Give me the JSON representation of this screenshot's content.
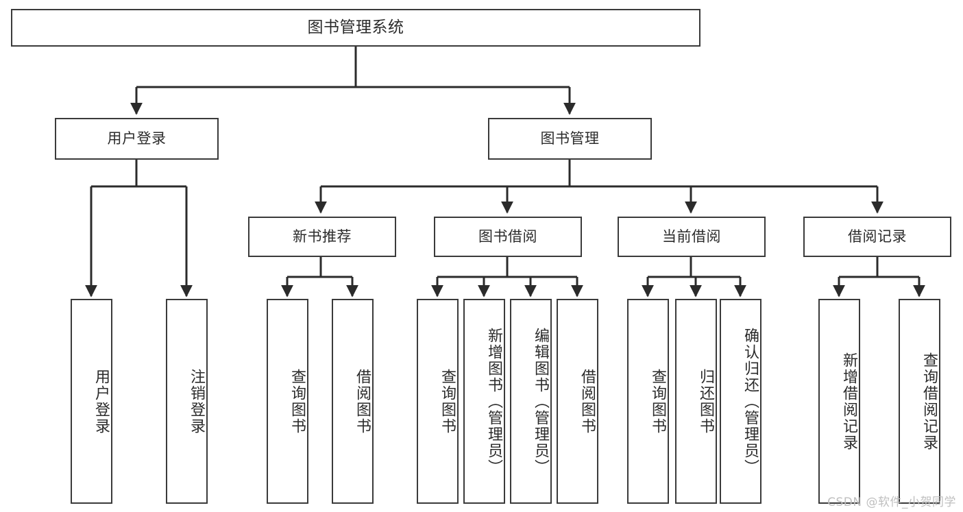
{
  "diagram": {
    "title": "图书管理系统",
    "type": "function-tree",
    "watermark": "CSDN @软件_小贺同学",
    "colors": {
      "box_border": "#3a3a3a",
      "box_fill": "#ffffff",
      "edge": "#2b2b2b",
      "text": "#2b2b2b",
      "watermark": "#bfbfbf",
      "background": "#ffffff"
    },
    "root": {
      "id": "root",
      "label": "图书管理系统"
    },
    "level2": [
      {
        "id": "user-login",
        "label": "用户登录"
      },
      {
        "id": "book-manage",
        "label": "图书管理"
      }
    ],
    "level3": [
      {
        "id": "new-book-recommend",
        "label": "新书推荐",
        "parent": "book-manage"
      },
      {
        "id": "book-borrow",
        "label": "图书借阅",
        "parent": "book-manage"
      },
      {
        "id": "current-borrow",
        "label": "当前借阅",
        "parent": "book-manage"
      },
      {
        "id": "borrow-record",
        "label": "借阅记录",
        "parent": "book-manage"
      }
    ],
    "leaves": {
      "user-login": [
        {
          "id": "leaf-user-login",
          "label": "用户登录"
        },
        {
          "id": "leaf-user-logout",
          "label": "注销登录"
        }
      ],
      "new-book-recommend": [
        {
          "id": "leaf-query-book-1",
          "label": "查询图书"
        },
        {
          "id": "leaf-borrow-book-1",
          "label": "借阅图书"
        }
      ],
      "book-borrow": [
        {
          "id": "leaf-query-book-2",
          "label": "查询图书"
        },
        {
          "id": "leaf-add-book",
          "label": "新增图书（管理员）"
        },
        {
          "id": "leaf-edit-book",
          "label": "编辑图书（管理员）"
        },
        {
          "id": "leaf-borrow-book-2",
          "label": "借阅图书"
        }
      ],
      "current-borrow": [
        {
          "id": "leaf-query-book-3",
          "label": "查询图书"
        },
        {
          "id": "leaf-return-book",
          "label": "归还图书"
        },
        {
          "id": "leaf-confirm-return",
          "label": "确认归还（管理员）"
        }
      ],
      "borrow-record": [
        {
          "id": "leaf-add-record",
          "label": "新增借阅记录"
        },
        {
          "id": "leaf-query-record",
          "label": "查询借阅记录"
        }
      ]
    }
  }
}
